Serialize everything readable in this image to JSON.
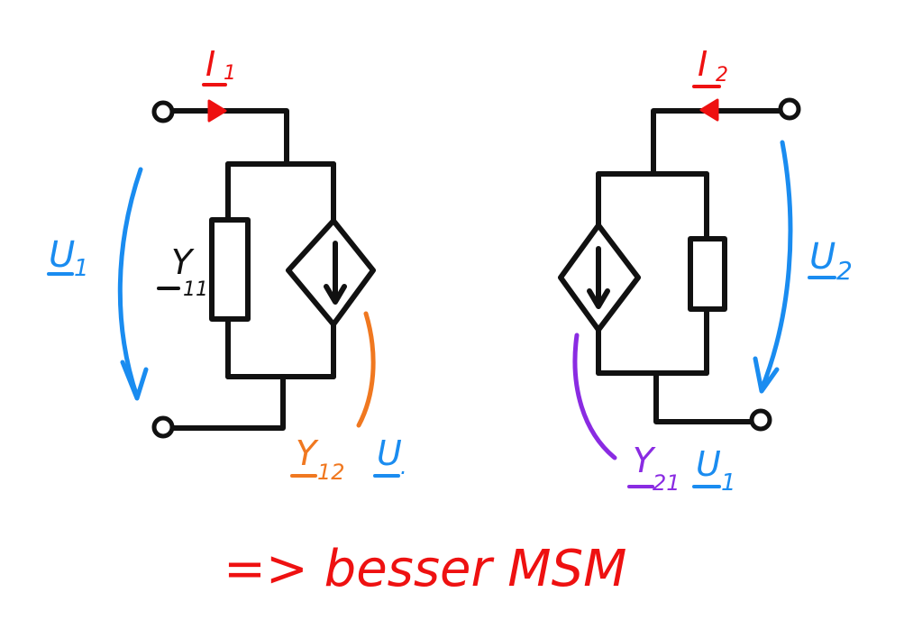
{
  "colors": {
    "wire": "#111111",
    "current": "#ee1111",
    "voltage": "#1a8cf0",
    "y12": "#f07820",
    "y21": "#8a2be2",
    "conclusion": "#ee1111"
  },
  "left": {
    "current": {
      "main": "I",
      "sub": "1"
    },
    "voltage": {
      "main": "U",
      "sub": "1"
    },
    "admittance": {
      "main": "Y",
      "sub": "11"
    },
    "source": {
      "coef_main": "Y",
      "coef_sub": "12",
      "var_main": "U",
      "var_sub": "."
    }
  },
  "right": {
    "current": {
      "main": "I",
      "sub": "2"
    },
    "voltage": {
      "main": "U",
      "sub": "2"
    },
    "source": {
      "coef_main": "Y",
      "coef_sub": "21",
      "var_main": "U",
      "var_sub": "1"
    }
  },
  "conclusion": "=> besser MSM"
}
